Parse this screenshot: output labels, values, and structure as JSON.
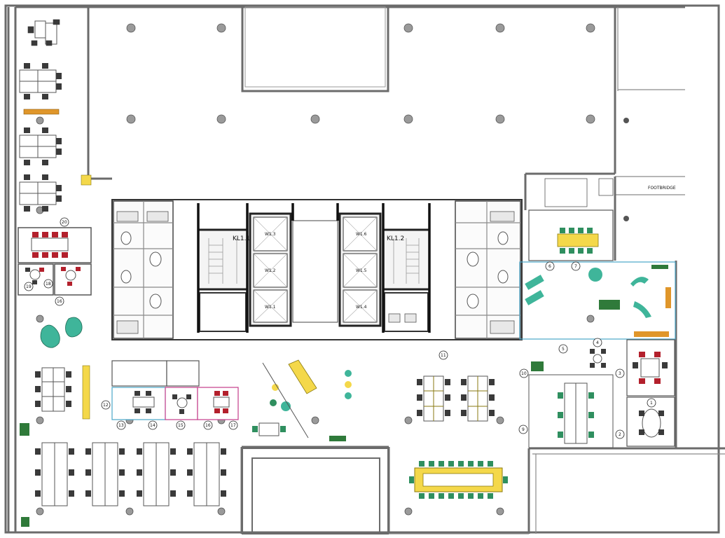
{
  "core_labels": {
    "stair_left": "KL1.1",
    "stair_right": "KL1.2"
  },
  "lift_labels": [
    "W1.3",
    "W1.2",
    "W1.1",
    "W1.6",
    "W1.5",
    "W1.4"
  ],
  "footbridge_label": "FOOTBRIDGE",
  "room_numbers": [
    {
      "id": "n20",
      "text": "20"
    },
    {
      "id": "n19",
      "text": "19"
    },
    {
      "id": "n18",
      "text": "18"
    },
    {
      "id": "n16",
      "text": "16"
    },
    {
      "id": "n12",
      "text": "12"
    },
    {
      "id": "n13",
      "text": "13"
    },
    {
      "id": "n14",
      "text": "14"
    },
    {
      "id": "n15",
      "text": "15"
    },
    {
      "id": "n16b",
      "text": "16"
    },
    {
      "id": "n17",
      "text": "17"
    },
    {
      "id": "n11",
      "text": "11"
    },
    {
      "id": "n10",
      "text": "10"
    },
    {
      "id": "n9",
      "text": "9"
    },
    {
      "id": "n7",
      "text": "7"
    },
    {
      "id": "n6",
      "text": "6"
    },
    {
      "id": "n5",
      "text": "5"
    },
    {
      "id": "n4",
      "text": "4"
    },
    {
      "id": "n3",
      "text": "3"
    },
    {
      "id": "n2",
      "text": "2"
    },
    {
      "id": "n1",
      "text": "1"
    }
  ],
  "colors": {
    "meeting_red": "#b3202c",
    "chair_dark": "#3a3a3a",
    "chair_green": "#2f8f5f",
    "table_yellow": "#f4d84a",
    "lounge_teal": "#3fb59a",
    "accent_orange": "#e0962a",
    "wall_grey": "#6b6b6b",
    "glass_blue": "#4aa6c9",
    "partition_pink": "#c43d8a",
    "plant_green": "#2f7a3a"
  }
}
